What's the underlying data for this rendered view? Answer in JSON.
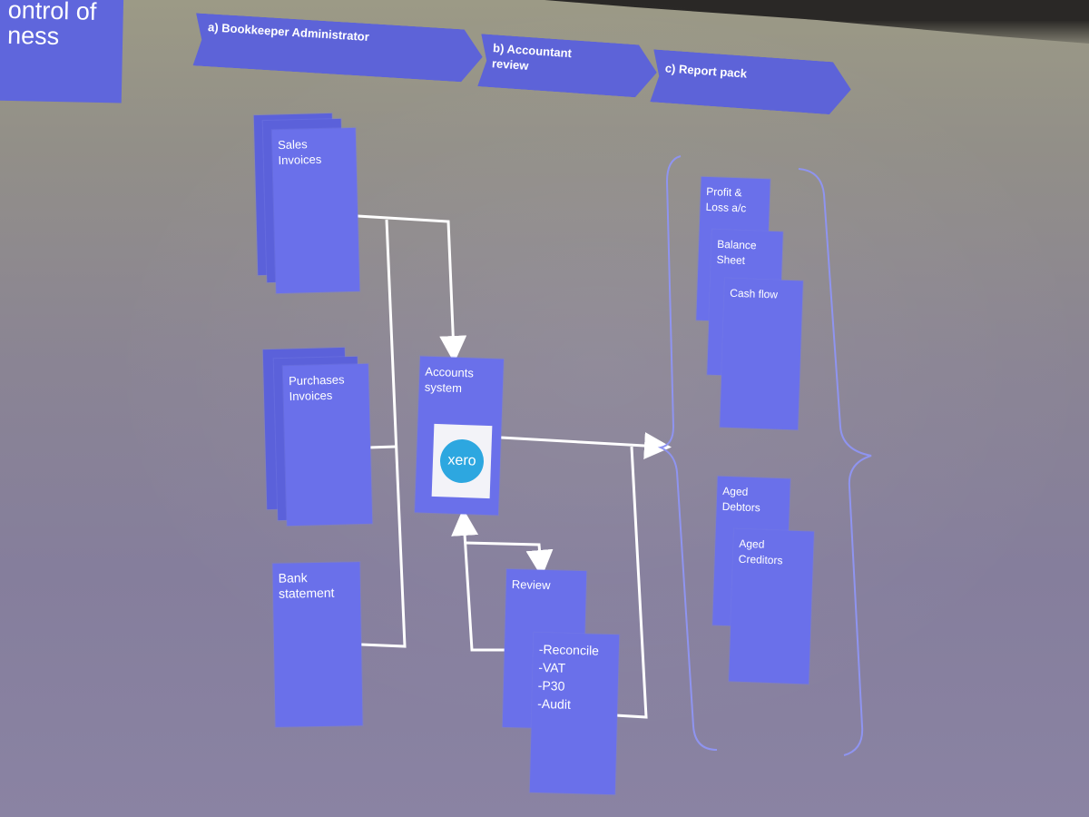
{
  "slide": {
    "title": "ontrol of\nness",
    "stages": {
      "a": "a) Bookkeeper Administrator",
      "b": "b) Accountant\nreview",
      "c": "c) Report pack"
    },
    "inputs": {
      "sales": "Sales\nInvoices",
      "purchases": "Purchases\nInvoices",
      "bank": "Bank\nstatement"
    },
    "system": {
      "label": "Accounts\nsystem",
      "logo": "xero"
    },
    "review": {
      "label": "Review",
      "tasks": "-Reconcile\n-VAT\n-P30\n-Audit"
    },
    "reports": {
      "pl": "Profit &\nLoss a/c",
      "balance": "Balance\nSheet",
      "cashflow": "Cash flow",
      "debtors": "Aged\nDebtors",
      "creditors": "Aged\nCreditors"
    }
  },
  "colors": {
    "box": "#6a70ea",
    "chevron": "#5d63d8",
    "xero": "#2da7e0",
    "arrow": "#ffffff"
  }
}
